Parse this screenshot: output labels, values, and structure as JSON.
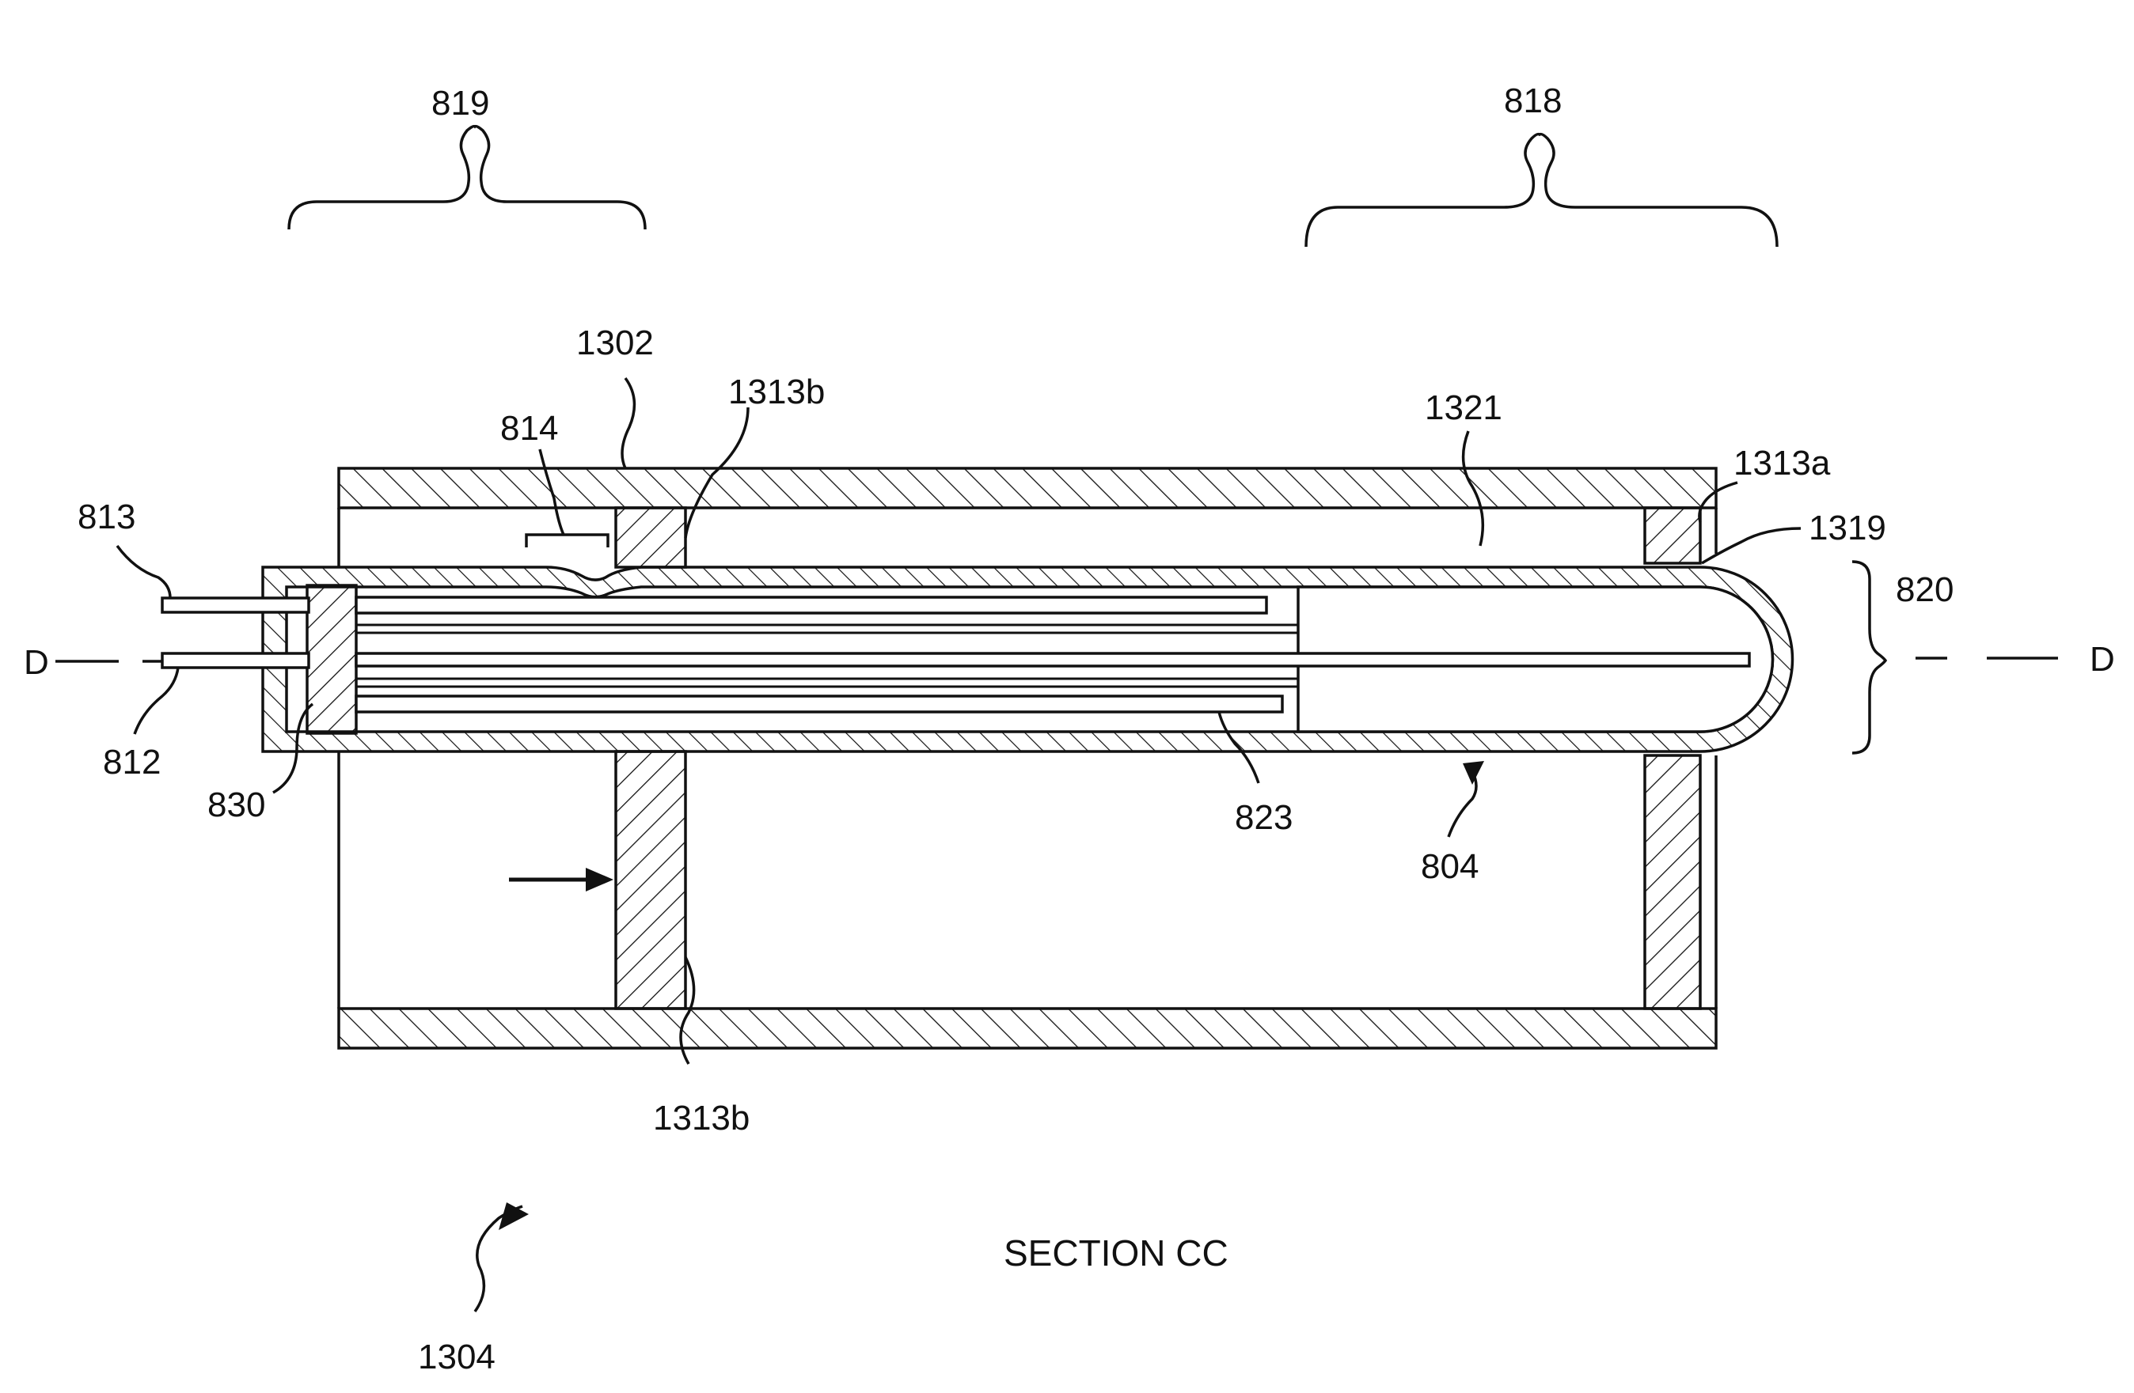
{
  "figure": {
    "caption": "SECTION CC",
    "axis_label_left": "D",
    "axis_label_right": "D"
  },
  "labels": {
    "l819": "819",
    "l818": "818",
    "l1302": "1302",
    "l1313b_top": "1313b",
    "l814": "814",
    "l813": "813",
    "l812": "812",
    "l830": "830",
    "l1321": "1321",
    "l1313a": "1313a",
    "l1319": "1319",
    "l820": "820",
    "l823": "823",
    "l804": "804",
    "l1313b_bottom": "1313b",
    "l1304": "1304"
  }
}
